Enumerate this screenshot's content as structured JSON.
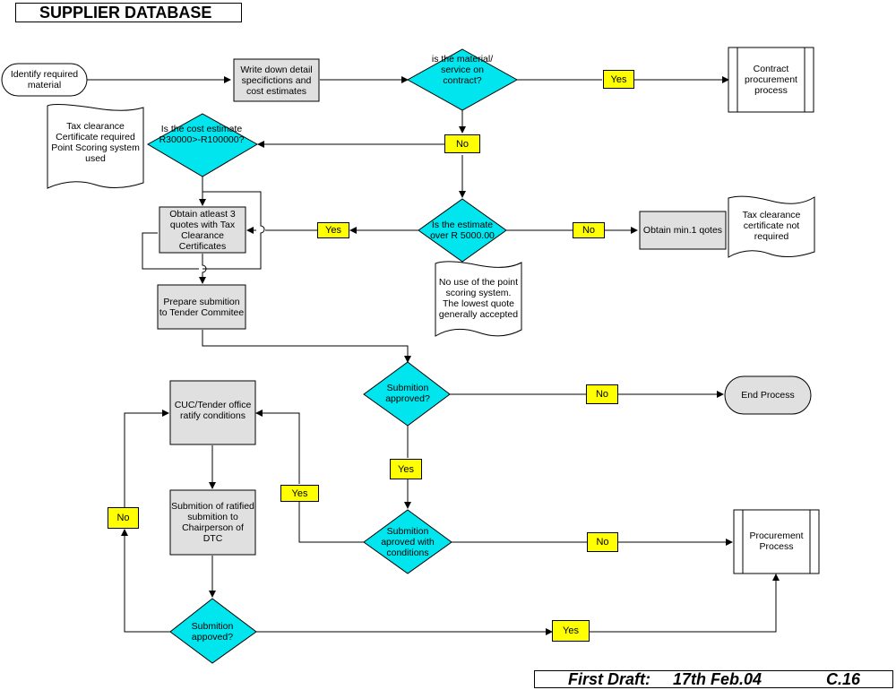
{
  "header": {
    "title": "SUPPLIER DATABASE"
  },
  "footer": {
    "draft": "First Draft:",
    "date": "17th Feb.04",
    "code": "C.16"
  },
  "nodes": {
    "identify": "Identify required material",
    "write_down": "Write down detail specifictions and cost estimates",
    "on_contract": "is the material/ service on contract?",
    "contract_process": "Contract procurement process",
    "tax_note_1": "Tax clearance Certificate required Point Scoring system used",
    "cost_estimate": "Is the cost estimate R30000>-R100000?",
    "obtain_3": "Obtain atleast 3 quotes with Tax Clearance Certificates",
    "estimate_over": "Is the estimate over R 5000.00",
    "obtain_min1": "Obtain min.1 qotes",
    "tax_note_2": "Tax clearance certificate not required",
    "no_scoring_note": "No use of the point scoring system. The lowest quote generally accepted",
    "prepare": "Prepare submition to Tender Commitee",
    "submition_approved": "Submition approved?",
    "end_process": "End Process",
    "cuc_ratify": "CUC/Tender office ratify conditions",
    "submition_ratified": "Submition of ratified submition to Chairperson of DTC",
    "approved_conditions": "Submition aproved with conditions",
    "procurement_process": "Procurement Process",
    "submition_appoved2": "Submition appoved?"
  },
  "tags": {
    "yes_contract": "Yes",
    "no_contract": "No",
    "yes_estimate": "Yes",
    "no_estimate": "No",
    "no_approved": "No",
    "yes_approved": "Yes",
    "yes_conditions": "Yes",
    "no_conditions": "No",
    "no_left": "No",
    "yes_bottom": "Yes"
  },
  "colors": {
    "decision": "#00e5ee",
    "process": "#e0e0e0",
    "tag": "#ffff00"
  }
}
